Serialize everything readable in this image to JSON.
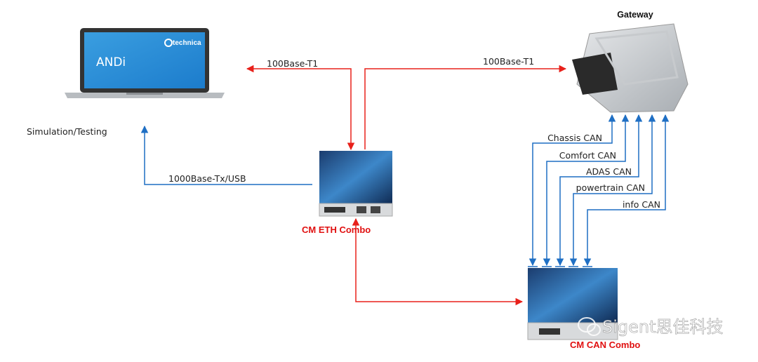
{
  "nodes": {
    "gateway": {
      "title": "Gateway"
    },
    "laptop": {
      "label": "Simulation/Testing",
      "screen_app": "ANDi",
      "screen_brand": "technica"
    },
    "eth_combo": {
      "label": "CM ETH Combo"
    },
    "can_combo": {
      "label": "CM CAN Combo"
    }
  },
  "links": {
    "laptop_link": "100Base-T1",
    "gateway_link": "100Base-T1",
    "usb_link": "1000Base-Tx/USB",
    "can_buses": [
      "Chassis CAN",
      "Comfort CAN",
      "ADAS CAN",
      "powertrain CAN",
      "info CAN"
    ]
  },
  "watermark": "Sigent思佳科技",
  "colors": {
    "ethernet": "#e8201a",
    "can": "#1f6fc4",
    "device_label": "#e01010"
  }
}
